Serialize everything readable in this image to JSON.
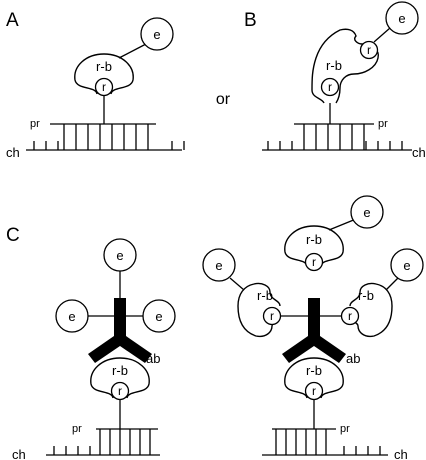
{
  "panels": {
    "a": "A",
    "b": "B",
    "c": "C"
  },
  "connector": "or",
  "labels": {
    "enzyme": "e",
    "reporter": "r",
    "reporter_binder": "r-b",
    "probe": "pr",
    "chromosome": "ch",
    "antibody": "ab"
  },
  "colors": {
    "line": "#000000",
    "background": "#ffffff",
    "antibody_fill": "#000000"
  }
}
